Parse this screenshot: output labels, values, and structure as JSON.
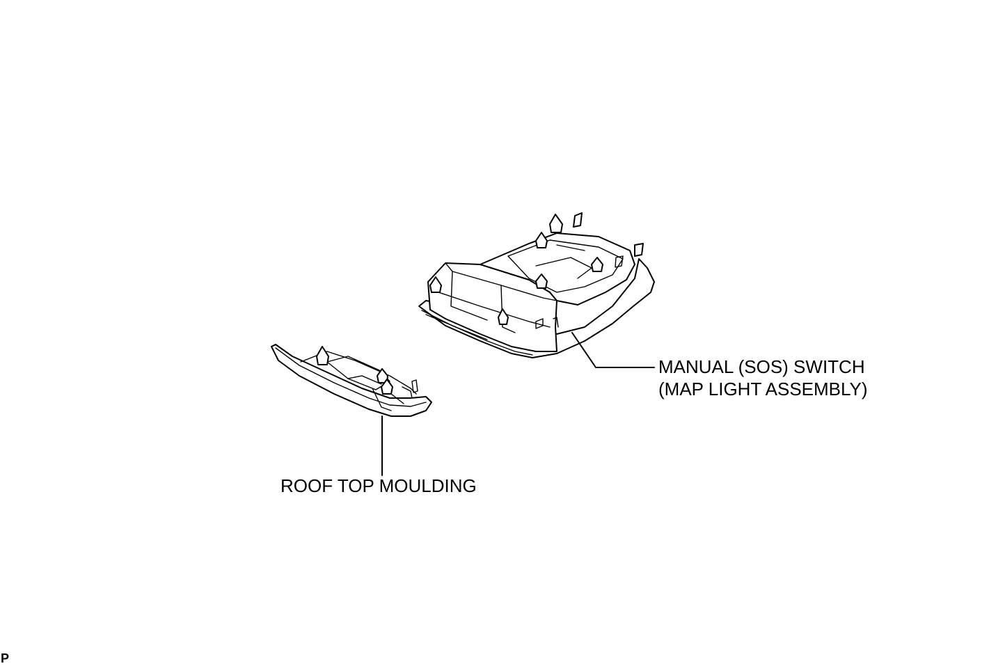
{
  "labels": {
    "switch_line1": "MANUAL (SOS) SWITCH",
    "switch_line2": "(MAP LIGHT ASSEMBLY)",
    "moulding": "ROOF TOP MOULDING",
    "code": "P"
  },
  "colors": {
    "line": "#000000",
    "background": "#ffffff"
  }
}
